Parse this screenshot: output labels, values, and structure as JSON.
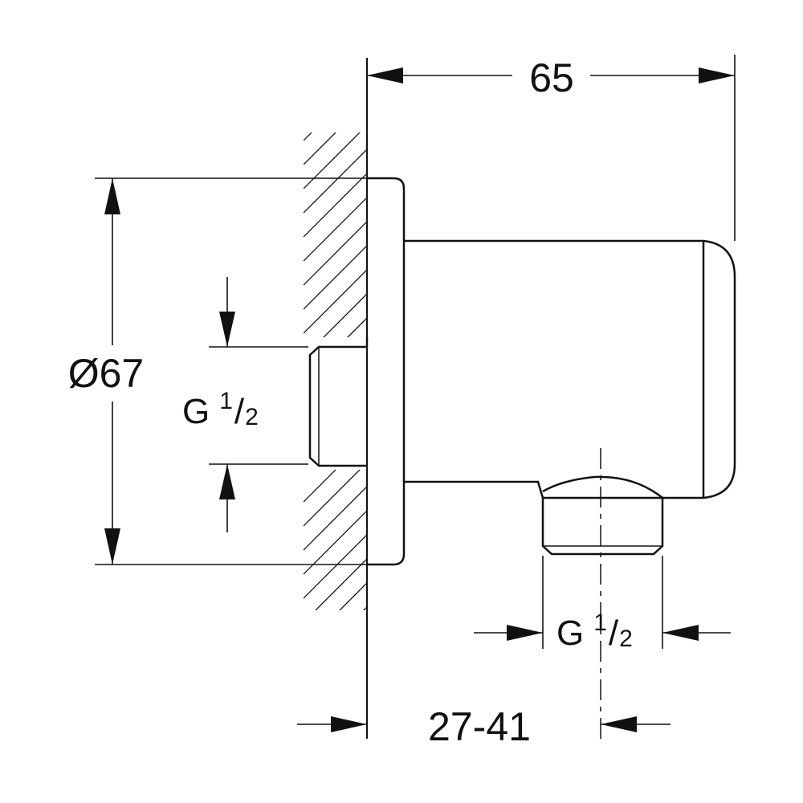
{
  "dimensions": {
    "overall_length": "65",
    "diameter": "Ø67",
    "wall_connection": {
      "letter": "G",
      "num": "1",
      "slash": "/",
      "den": "2"
    },
    "outlet_connection": {
      "letter": "G",
      "num": "1",
      "slash": "/",
      "den": "2"
    },
    "wall_projection": "27-41"
  },
  "colors": {
    "line": "#111111",
    "background": "#ffffff"
  }
}
